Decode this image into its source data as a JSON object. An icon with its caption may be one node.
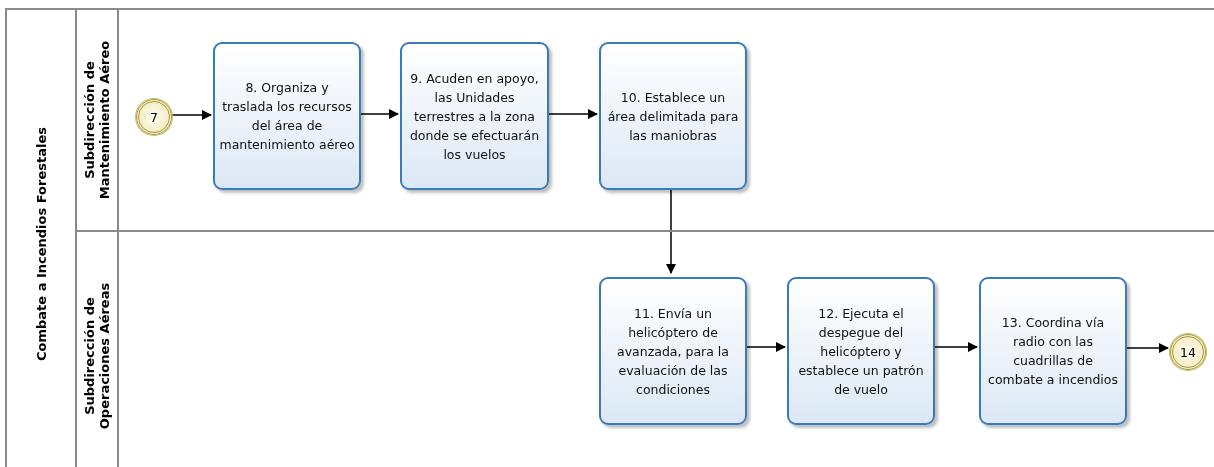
{
  "diagram": {
    "nodes": [
      {
        "text": [
          "Combate a Incendios Forestales"
        ]
      },
      {
        "text": [
          "Subdirección de Mantenimiento Aéreo"
        ],
        "in": 0
      },
      {
        "text": [
          "Subdirección de Operaciones Aéreas"
        ],
        "in": 0
      },
      {
        "text": [
          "7"
        ],
        "in": 1
      },
      {
        "text": [
          "8. Organiza y traslada los recursos del área de mantenimiento aéreo"
        ],
        "in": 1
      },
      {
        "text": [
          "9. Acuden en apoyo, las Unidades terrestres a la zona donde se efectuarán los vuelos"
        ],
        "in": 1
      },
      {
        "text": [
          "10. Establece un área delimitada para las maniobras"
        ],
        "in": 1
      },
      {
        "text": [
          "11. Envía un helicóptero de avanzada, para la evaluación de las condiciones"
        ],
        "in": 2
      },
      {
        "text": [
          "12. Ejecuta el despegue del helicóptero y establece un patrón de vuelo"
        ],
        "in": 2
      },
      {
        "text": [
          "13. Coordina vía radio con las cuadrillas de combate a incendios"
        ],
        "in": 2
      },
      {
        "text": [
          "14"
        ],
        "in": 2
      }
    ],
    "edges": [
      {
        "from": 3,
        "to": 4,
        "arrow": "to"
      },
      {
        "from": 4,
        "to": 5,
        "arrow": "to"
      },
      {
        "from": 5,
        "to": 6,
        "arrow": "to"
      },
      {
        "from": 6,
        "to": 7,
        "arrow": "to"
      },
      {
        "from": 7,
        "to": 8,
        "arrow": "to"
      },
      {
        "from": 8,
        "to": 9,
        "arrow": "to"
      },
      {
        "from": 9,
        "to": 10,
        "arrow": "to"
      }
    ]
  }
}
